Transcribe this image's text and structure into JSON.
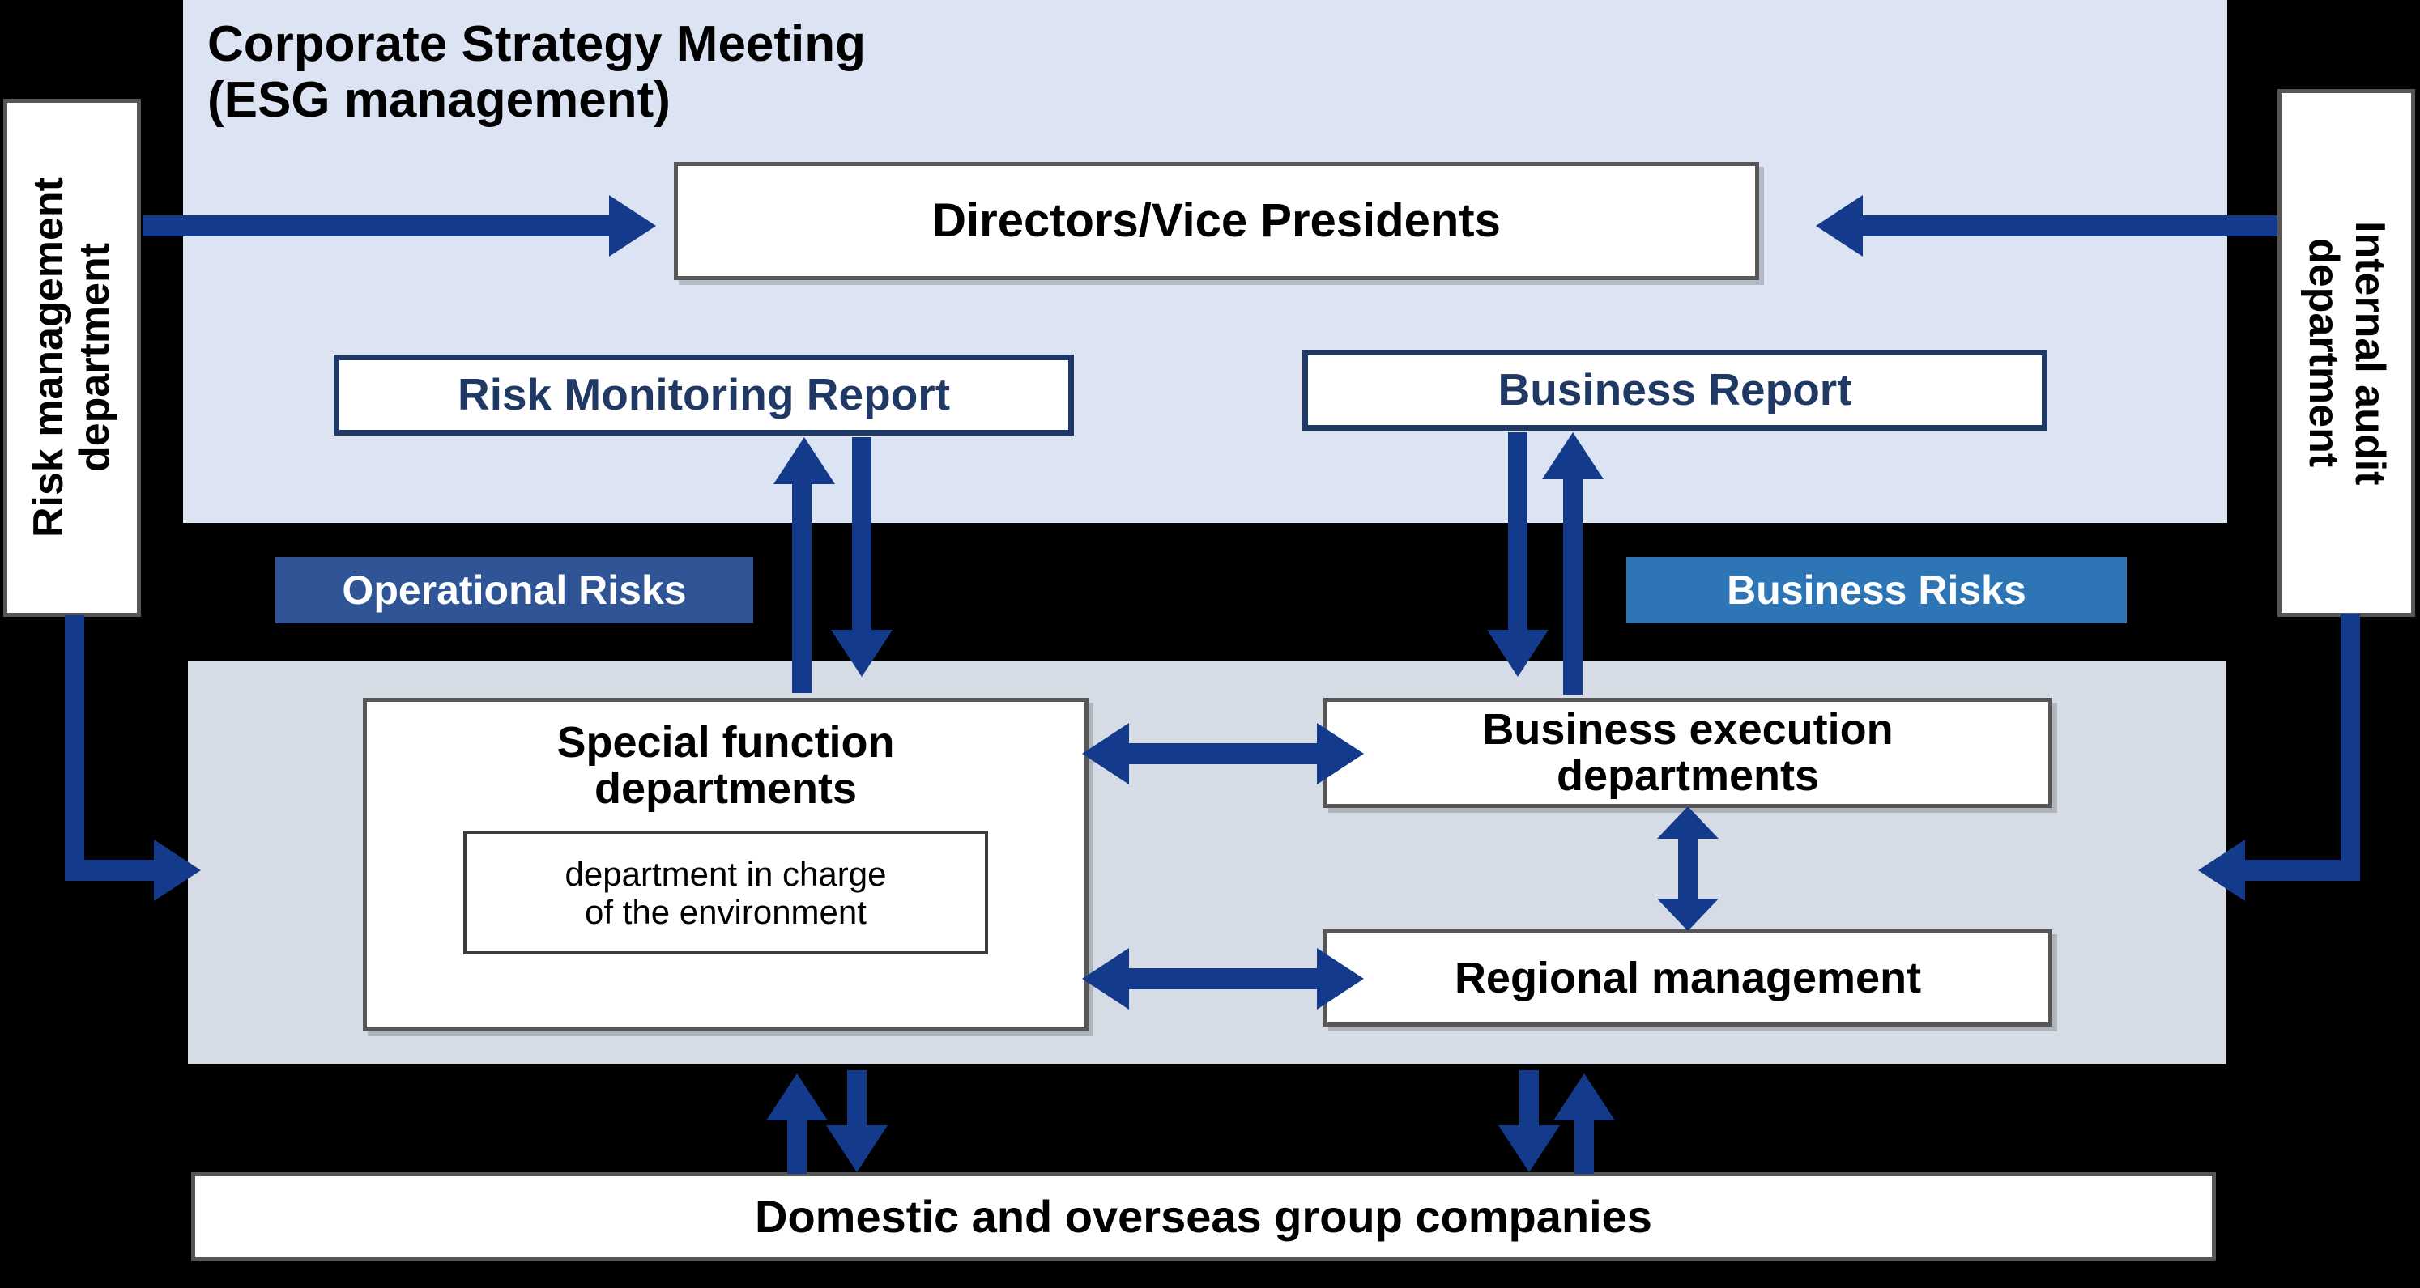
{
  "panels": {
    "top": {
      "heading_line1": "Corporate Strategy Meeting",
      "heading_line2": "(ESG management)",
      "bg": "#DCE3F3"
    },
    "middle": {
      "bg": "#D6DCE5"
    }
  },
  "boxes": {
    "risk_management_department": "Risk management\ndepartment",
    "internal_audit_department": "Internal audit\ndepartment",
    "directors_vice_presidents": "Directors/Vice Presidents",
    "risk_monitoring_report": "Risk Monitoring Report",
    "business_report": "Business Report",
    "special_function_departments": "Special function\ndepartments",
    "department_in_charge_of_environment": "department in charge\nof the environment",
    "business_execution_departments": "Business execution\ndepartments",
    "regional_management": "Regional management",
    "domestic_and_overseas_group_companies": "Domestic and overseas group companies"
  },
  "tags": {
    "operational_risks": {
      "label": "Operational Risks",
      "color": "#2F5597"
    },
    "business_risks": {
      "label": "Business Risks",
      "color": "#2E75B6"
    }
  },
  "colors": {
    "arrow": "#143A8C",
    "report_border": "#1F3864",
    "box_border": "#565656",
    "background": "#000000"
  }
}
